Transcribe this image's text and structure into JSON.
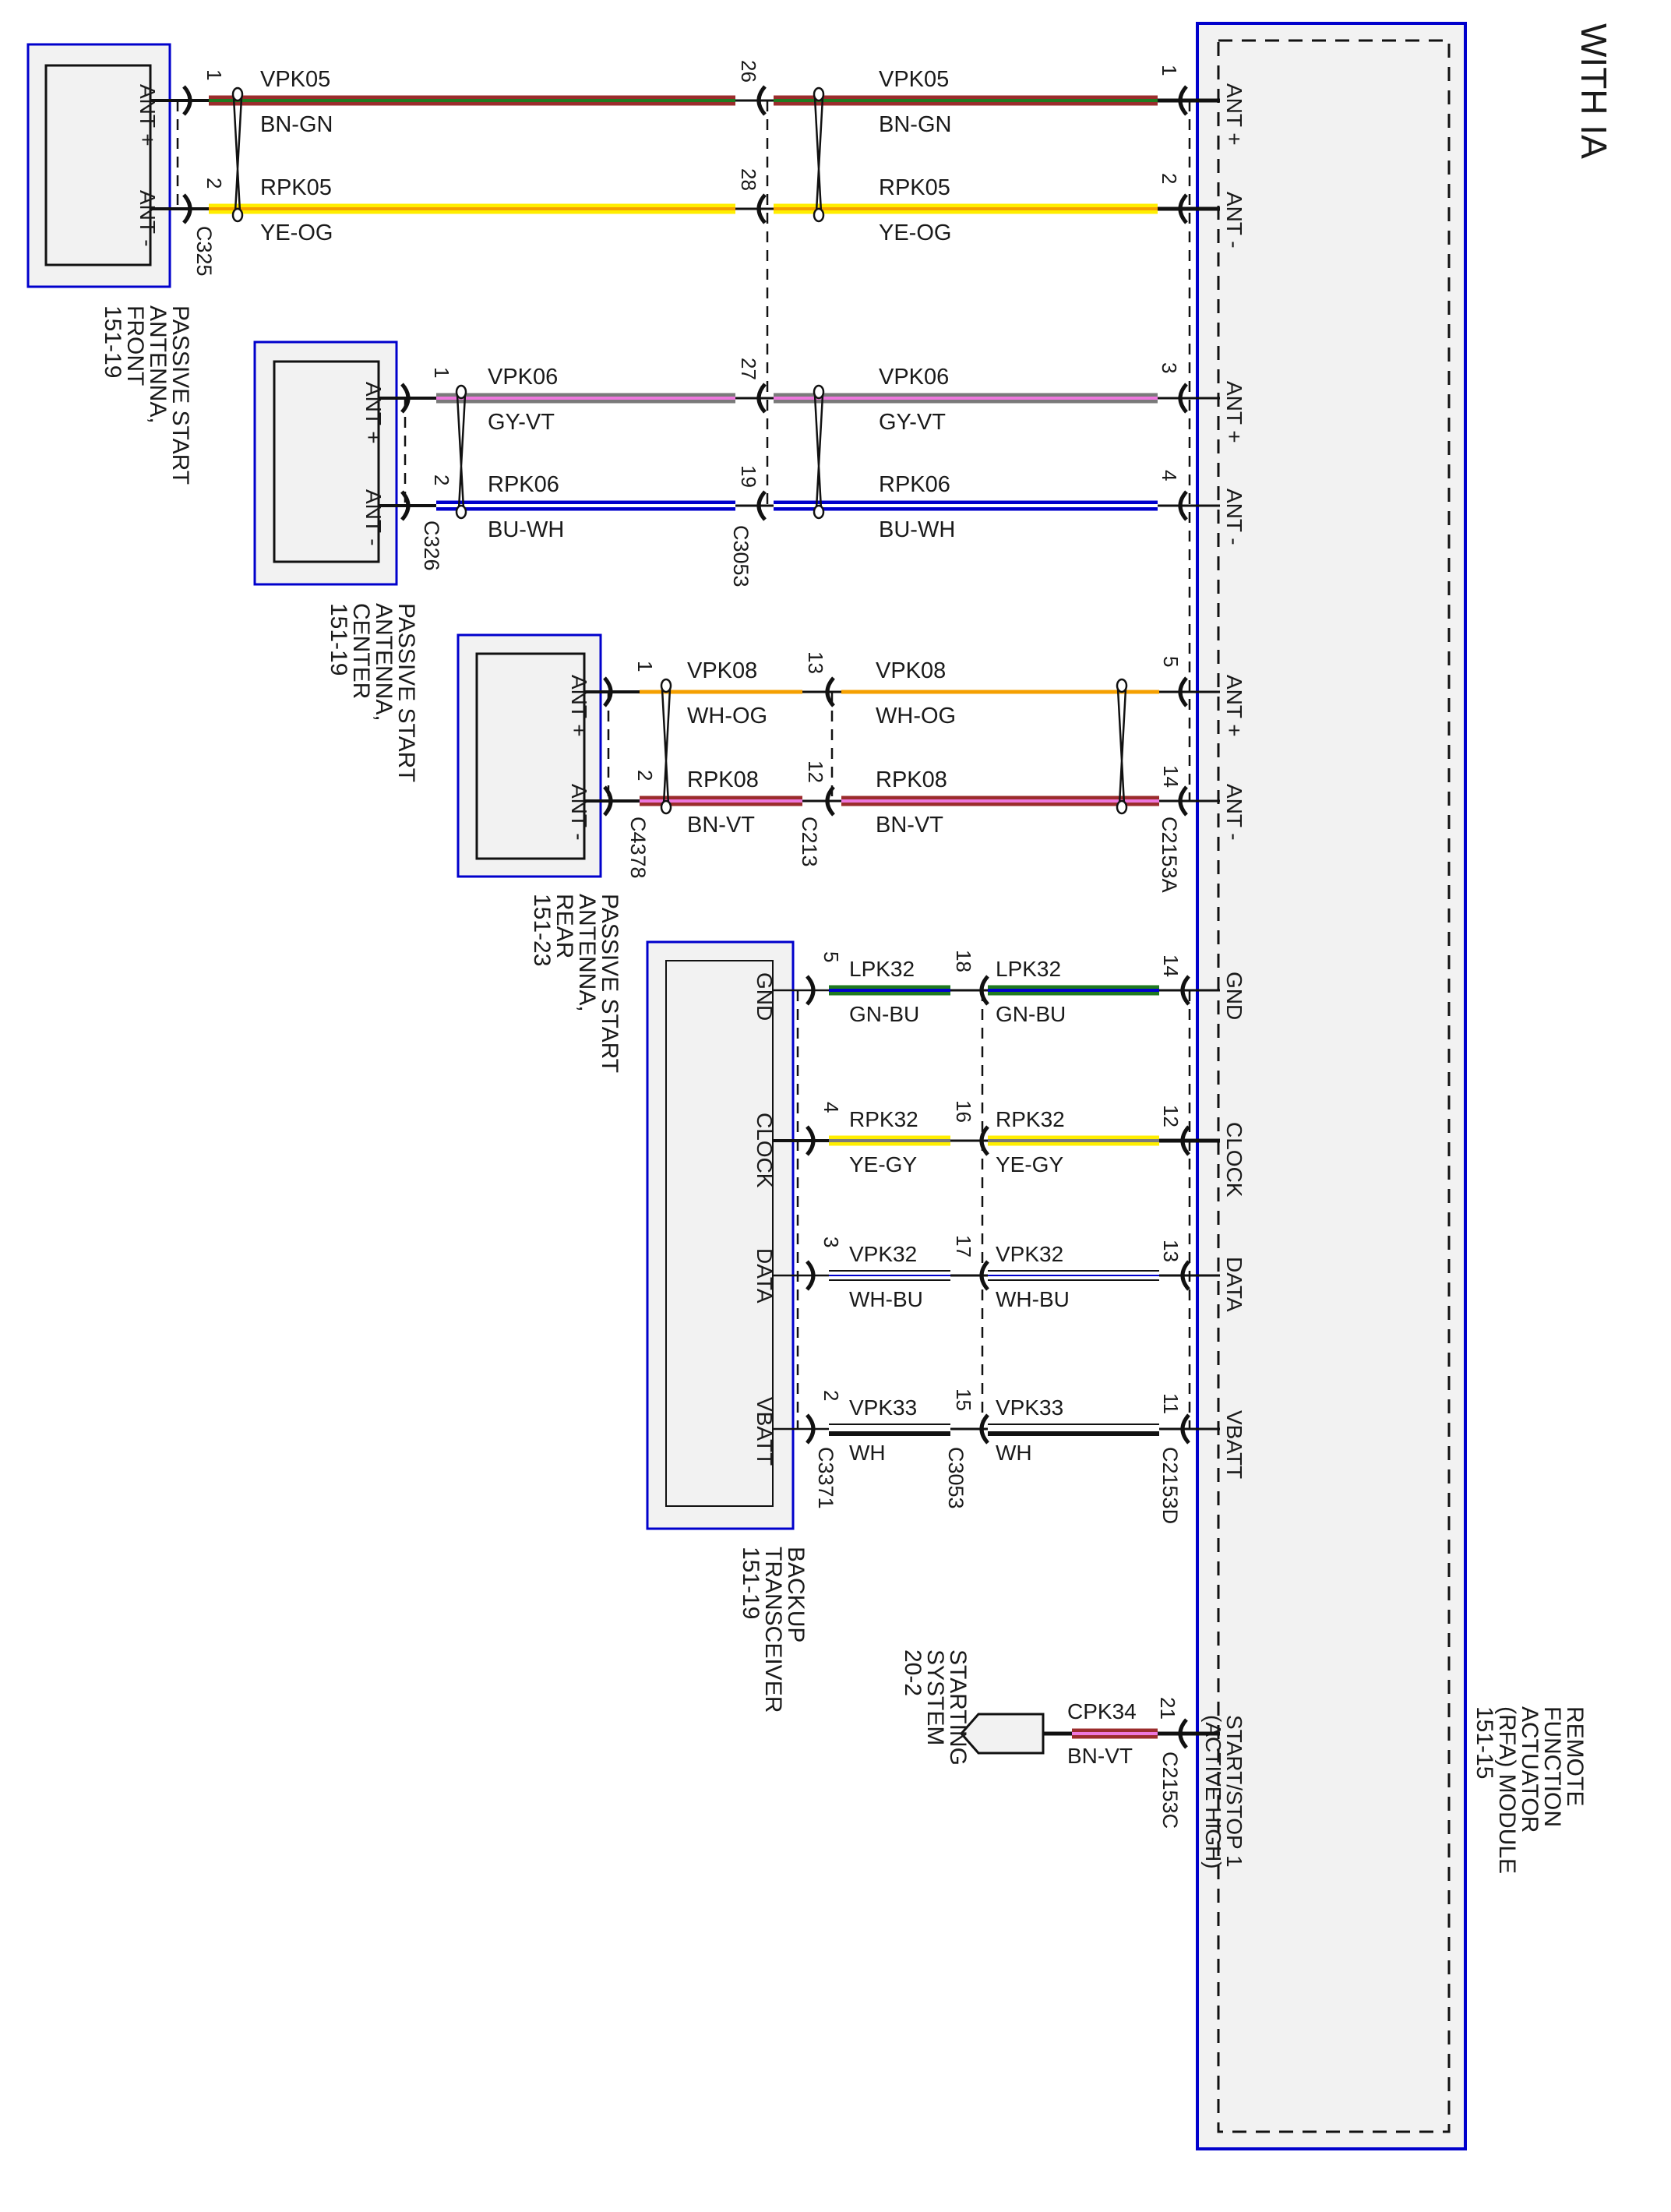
{
  "title": "WITH IA",
  "colors": {
    "box_border": "#0000cc",
    "box_fill": "#f2f2f2",
    "BN": "#9b2c2c",
    "GN": "#1f7a1f",
    "YE": "#ffee00",
    "OG": "#f5a000",
    "GY": "#7a7a7a",
    "VT": "#ee77dd",
    "BU": "#0000cc",
    "WH": "#ffffff"
  },
  "module": {
    "name_lines": [
      "REMOTE",
      "FUNCTION",
      "ACTUATOR",
      "(RFA) MODULE",
      "151-15"
    ],
    "pins": [
      {
        "label": "ANT +",
        "pin": "1"
      },
      {
        "label": "ANT -",
        "pin": "2"
      },
      {
        "label": "ANT +",
        "pin": "3"
      },
      {
        "label": "ANT -",
        "pin": "4"
      },
      {
        "label": "ANT +",
        "pin": "5"
      },
      {
        "label": "ANT -",
        "pin": "14"
      },
      {
        "label": "GND",
        "pin": "14"
      },
      {
        "label": "CLOCK",
        "pin": "12"
      },
      {
        "label": "DATA",
        "pin": "13"
      },
      {
        "label": "VBATT",
        "pin": "11"
      },
      {
        "label": "START/STOP 1",
        "label2": "(ACTIVE HIGH)",
        "pin": "21"
      }
    ]
  },
  "components": [
    {
      "id": "front",
      "name_lines": [
        "PASSIVE START",
        "ANTENNA,",
        "FRONT",
        "151-19"
      ],
      "pins": [
        "ANT +",
        "ANT -"
      ],
      "connector": "C325"
    },
    {
      "id": "center",
      "name_lines": [
        "PASSIVE START",
        "ANTENNA,",
        "CENTER",
        "151-19"
      ],
      "pins": [
        "ANT +",
        "ANT -"
      ],
      "connector": "C326"
    },
    {
      "id": "rear",
      "name_lines": [
        "PASSIVE START",
        "ANTENNA,",
        "REAR",
        "151-23"
      ],
      "pins": [
        "ANT +",
        "ANT -"
      ],
      "connector": "C4378"
    },
    {
      "id": "backup",
      "name_lines": [
        "BACKUP",
        "TRANSCEIVER",
        "151-19"
      ],
      "pins": [
        "GND",
        "CLOCK",
        "DATA",
        "VBATT"
      ],
      "connector": "C3371"
    },
    {
      "id": "starting",
      "name_lines": [
        "STARTING",
        "SYSTEM",
        "20-2"
      ]
    }
  ],
  "inline_connectors": {
    "front_center": "C3053",
    "rear": "C213",
    "rear_module": "C2153A",
    "backup_mid": "C3053",
    "backup_module": "C2153D",
    "start_module": "C2153C"
  },
  "wires": [
    {
      "circuit": "VPK05",
      "color_code": "BN-GN",
      "base": "BN",
      "stripe": "GN",
      "left_pin": "1",
      "mid_pin": "26",
      "right_pin": "1"
    },
    {
      "circuit": "RPK05",
      "color_code": "YE-OG",
      "base": "YE",
      "stripe": "OG",
      "left_pin": "2",
      "mid_pin": "28",
      "right_pin": "2"
    },
    {
      "circuit": "VPK06",
      "color_code": "GY-VT",
      "base": "GY",
      "stripe": "VT",
      "left_pin": "1",
      "mid_pin": "27",
      "right_pin": "3"
    },
    {
      "circuit": "RPK06",
      "color_code": "BU-WH",
      "base": "BU",
      "stripe": "WH",
      "left_pin": "2",
      "mid_pin": "19",
      "right_pin": "4"
    },
    {
      "circuit": "VPK08",
      "color_code": "WH-OG",
      "base": "WH",
      "stripe": "OG",
      "left_pin": "1",
      "mid_pin": "13",
      "right_pin": "5"
    },
    {
      "circuit": "RPK08",
      "color_code": "BN-VT",
      "base": "BN",
      "stripe": "VT",
      "left_pin": "2",
      "mid_pin": "12",
      "right_pin": "14"
    },
    {
      "circuit": "LPK32",
      "color_code": "GN-BU",
      "base": "GN",
      "stripe": "BU",
      "left_pin": "5",
      "mid_pin": "18",
      "right_pin": "14"
    },
    {
      "circuit": "RPK32",
      "color_code": "YE-GY",
      "base": "YE",
      "stripe": "GY",
      "left_pin": "4",
      "mid_pin": "16",
      "right_pin": "12"
    },
    {
      "circuit": "VPK32",
      "color_code": "WH-BU",
      "base": "WH",
      "stripe": "BU",
      "left_pin": "3",
      "mid_pin": "17",
      "right_pin": "13"
    },
    {
      "circuit": "VPK33",
      "color_code": "WH",
      "base": "WH",
      "stripe": "",
      "left_pin": "2",
      "mid_pin": "15",
      "right_pin": "11"
    },
    {
      "circuit": "CPK34",
      "color_code": "BN-VT",
      "base": "BN",
      "stripe": "VT",
      "right_pin": "21"
    }
  ]
}
